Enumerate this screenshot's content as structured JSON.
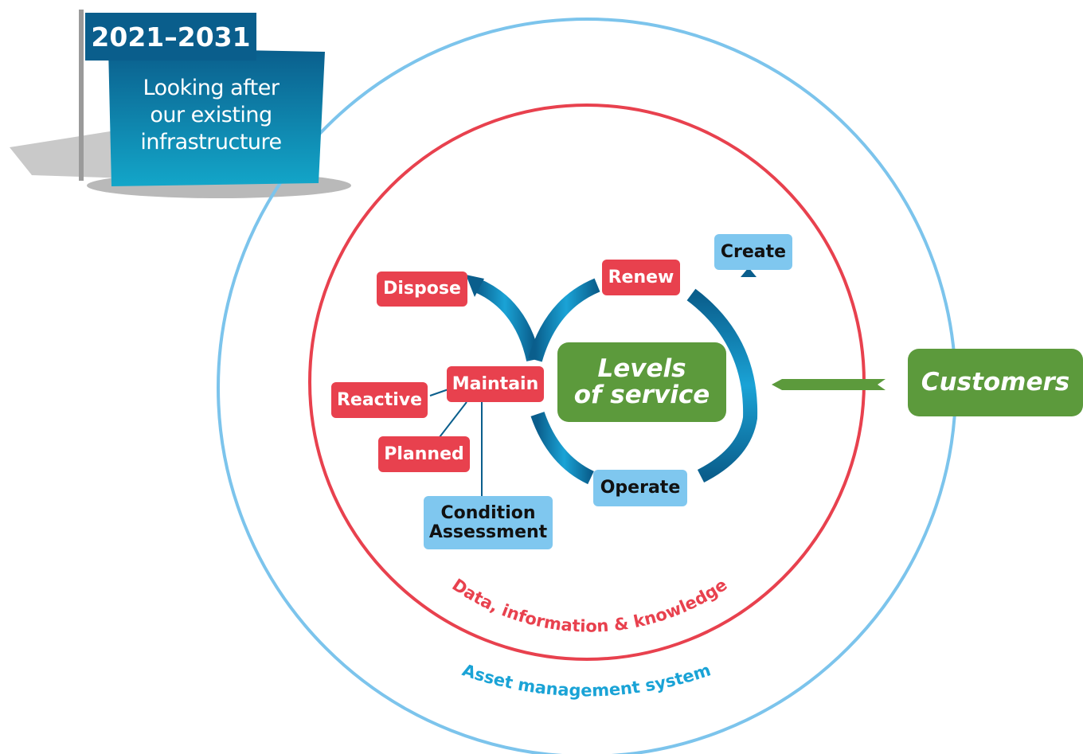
{
  "flag": {
    "year": "2021–2031",
    "line1": "Looking after",
    "line2": "our existing",
    "line3": "infrastructure"
  },
  "center": {
    "line1": "Levels",
    "line2": "of service"
  },
  "cycle": {
    "renew": "Renew",
    "create": "Create",
    "operate": "Operate",
    "dispose": "Dispose",
    "maintain": "Maintain"
  },
  "maintain_types": {
    "reactive": "Reactive",
    "planned": "Planned",
    "condition_line1": "Condition",
    "condition_line2": "Assessment"
  },
  "customers": "Customers",
  "inner_ring_label": "Data, information & knowledge",
  "outer_ring_label": "Asset management system",
  "colors": {
    "outer_ring": "#7cc4ec",
    "inner_ring": "#e8414e",
    "arc_dark": "#0a5e8c",
    "arc_light": "#1aa3d6",
    "green": "#5c9a3c"
  }
}
